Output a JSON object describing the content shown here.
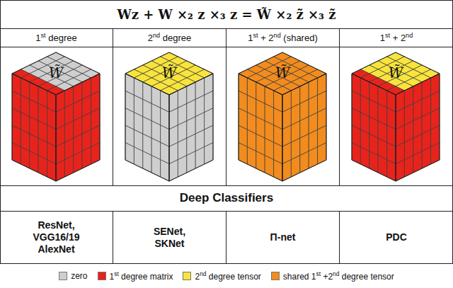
{
  "diagram": {
    "title": "Wz + W ×₂ z ×₃ z = W̃ ×₂ z̃ ×₃ z̃",
    "nodes": [
      {
        "text": [
          "W̃"
        ]
      },
      {
        "text": [
          "W̃"
        ]
      },
      {
        "text": [
          "W̃"
        ]
      },
      {
        "text": [
          "W̃"
        ]
      }
    ],
    "labels": [
      "1st degree",
      "2nd degree",
      "1st + 2nd (shared)",
      "1st + 2nd",
      "Deep Classifiers",
      "ResNet, VGG16/19 AlexNet",
      "SENet, SKNet",
      "Π-net",
      "PDC"
    ],
    "legend": [
      {
        "text": "zero",
        "color": "#cfcfcf"
      },
      {
        "text": "1st degree matrix",
        "color": "#e8231c"
      },
      {
        "text": "2nd degree tensor",
        "color": "#f8e43c"
      },
      {
        "text": "shared 1st +2nd degree tensor",
        "color": "#f28c1e"
      }
    ]
  }
}
